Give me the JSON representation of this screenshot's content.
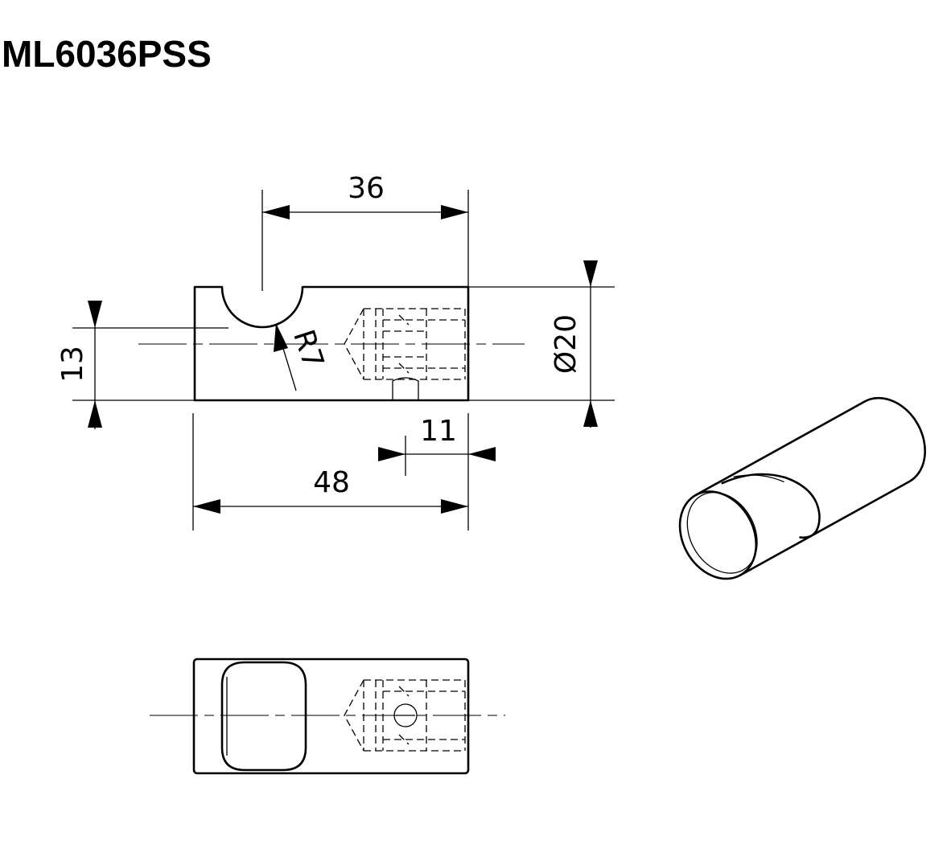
{
  "model": "ML6036PSS",
  "dimensions": {
    "width_top": "36",
    "height_groove": "13",
    "radius": "R7",
    "diameter": "Ø20",
    "offset": "11",
    "length": "48"
  }
}
